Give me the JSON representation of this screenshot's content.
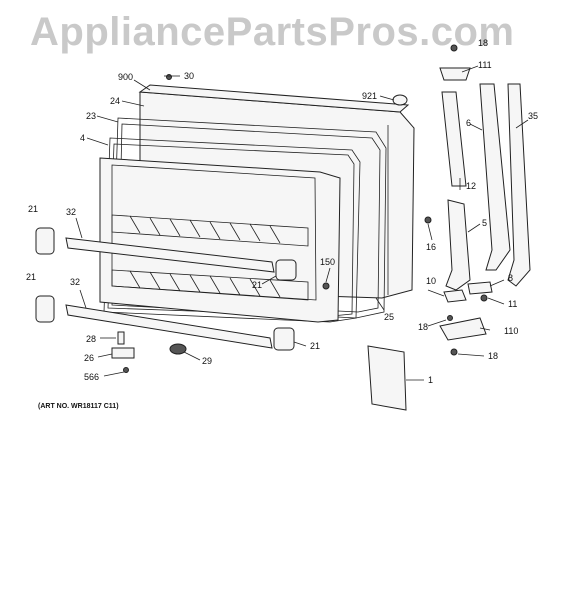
{
  "watermark": "AppliancePartsPros.com",
  "art_ref": "(ART NO. WR18117 C11)",
  "callouts": [
    {
      "id": "c18a",
      "text": "18"
    },
    {
      "id": "c111",
      "text": "111"
    },
    {
      "id": "c900",
      "text": "900"
    },
    {
      "id": "c30",
      "text": "30"
    },
    {
      "id": "c921",
      "text": "921"
    },
    {
      "id": "c24",
      "text": "24"
    },
    {
      "id": "c23",
      "text": "23"
    },
    {
      "id": "c6",
      "text": "6"
    },
    {
      "id": "c35",
      "text": "35"
    },
    {
      "id": "c4",
      "text": "4"
    },
    {
      "id": "c12",
      "text": "12"
    },
    {
      "id": "c21a",
      "text": "21"
    },
    {
      "id": "c32a",
      "text": "32"
    },
    {
      "id": "c16",
      "text": "16"
    },
    {
      "id": "c5",
      "text": "5"
    },
    {
      "id": "c150",
      "text": "150"
    },
    {
      "id": "c21b",
      "text": "21"
    },
    {
      "id": "c8",
      "text": "8"
    },
    {
      "id": "c10",
      "text": "10"
    },
    {
      "id": "c21c",
      "text": "21"
    },
    {
      "id": "c32b",
      "text": "32"
    },
    {
      "id": "c11",
      "text": "11"
    },
    {
      "id": "c25",
      "text": "25"
    },
    {
      "id": "c18b",
      "text": "18"
    },
    {
      "id": "c110",
      "text": "110"
    },
    {
      "id": "c28",
      "text": "28"
    },
    {
      "id": "c21d",
      "text": "21"
    },
    {
      "id": "c18c",
      "text": "18"
    },
    {
      "id": "c26",
      "text": "26"
    },
    {
      "id": "c29",
      "text": "29"
    },
    {
      "id": "c1",
      "text": "1"
    },
    {
      "id": "c566",
      "text": "566"
    }
  ]
}
